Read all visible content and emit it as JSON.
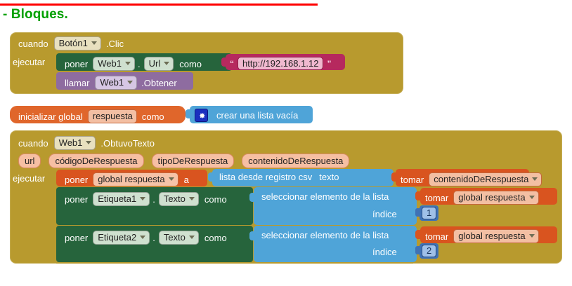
{
  "heading": {
    "title": "- Bloques.",
    "rule_color": "#ff0000",
    "title_color": "#00a000"
  },
  "palette": {
    "event_gold": "#b89a2e",
    "setter_green": "#26643c",
    "call_purple": "#8e6ca0",
    "variable_orange": "#e0662b",
    "list_blue": "#4fa4d8",
    "text_magenta": "#b6295e",
    "number_blue": "#3f72b5"
  },
  "blocks": {
    "event_click": {
      "when_label": "cuando",
      "component": "Botón1",
      "event": ".Clic",
      "do_label": "ejecutar",
      "statements": {
        "set_url": {
          "set_label": "poner",
          "component": "Web1",
          "property": "Url",
          "to_label": "como",
          "value": "http://192.168.1.12",
          "open_quote": "“",
          "close_quote": "”"
        },
        "call_get": {
          "call_label": "llamar",
          "component": "Web1",
          "method": ".Obtener"
        }
      }
    },
    "init_global": {
      "init_label": "inicializar global",
      "name": "respuesta",
      "to_label": "como",
      "gear_icon": "gear-icon",
      "value_label": "crear una lista vacía"
    },
    "event_got_text": {
      "when_label": "cuando",
      "component": "Web1",
      "event": ".ObtuvoTexto",
      "params": [
        "url",
        "códigoDeRespuesta",
        "tipoDeRespuesta",
        "contenidoDeRespuesta"
      ],
      "do_label": "ejecutar",
      "statements": {
        "set_global": {
          "set_label": "poner",
          "variable": "global respuesta",
          "to_label": "a",
          "value": {
            "label": "lista desde registro csv",
            "arg_label": "texto",
            "get_label": "tomar",
            "get_var": "contenidoDeRespuesta"
          }
        },
        "set_label1": {
          "set_label": "poner",
          "component": "Etiqueta1",
          "property": "Texto",
          "to_label": "como",
          "value": {
            "label": "seleccionar elemento de la lista",
            "list_label": "",
            "index_label": "índice",
            "get_label": "tomar",
            "get_var": "global respuesta",
            "index_value": "1"
          }
        },
        "set_label2": {
          "set_label": "poner",
          "component": "Etiqueta2",
          "property": "Texto",
          "to_label": "como",
          "value": {
            "label": "seleccionar elemento de la lista",
            "list_label": "",
            "index_label": "índice",
            "get_label": "tomar",
            "get_var": "global respuesta",
            "index_value": "2"
          }
        }
      }
    }
  }
}
